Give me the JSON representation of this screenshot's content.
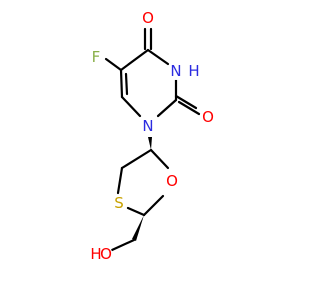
{
  "molecule": {
    "atoms": {
      "F": {
        "text": "F",
        "color": "#8ab04a"
      },
      "O_c4": {
        "text": "O",
        "color": "#ff0000"
      },
      "N3": {
        "text": "N",
        "color": "#2c2ce0"
      },
      "H3": {
        "text": "H",
        "color": "#2c2ce0"
      },
      "O_c2": {
        "text": "O",
        "color": "#ff0000"
      },
      "N1": {
        "text": "N",
        "color": "#2c2ce0"
      },
      "O_ring": {
        "text": "O",
        "color": "#ff0000"
      },
      "S": {
        "text": "S",
        "color": "#c8a200"
      },
      "O_h": {
        "text": "O",
        "color": "#ff0000"
      },
      "H_oh": {
        "text": "H",
        "color": "#ff0000"
      }
    }
  }
}
